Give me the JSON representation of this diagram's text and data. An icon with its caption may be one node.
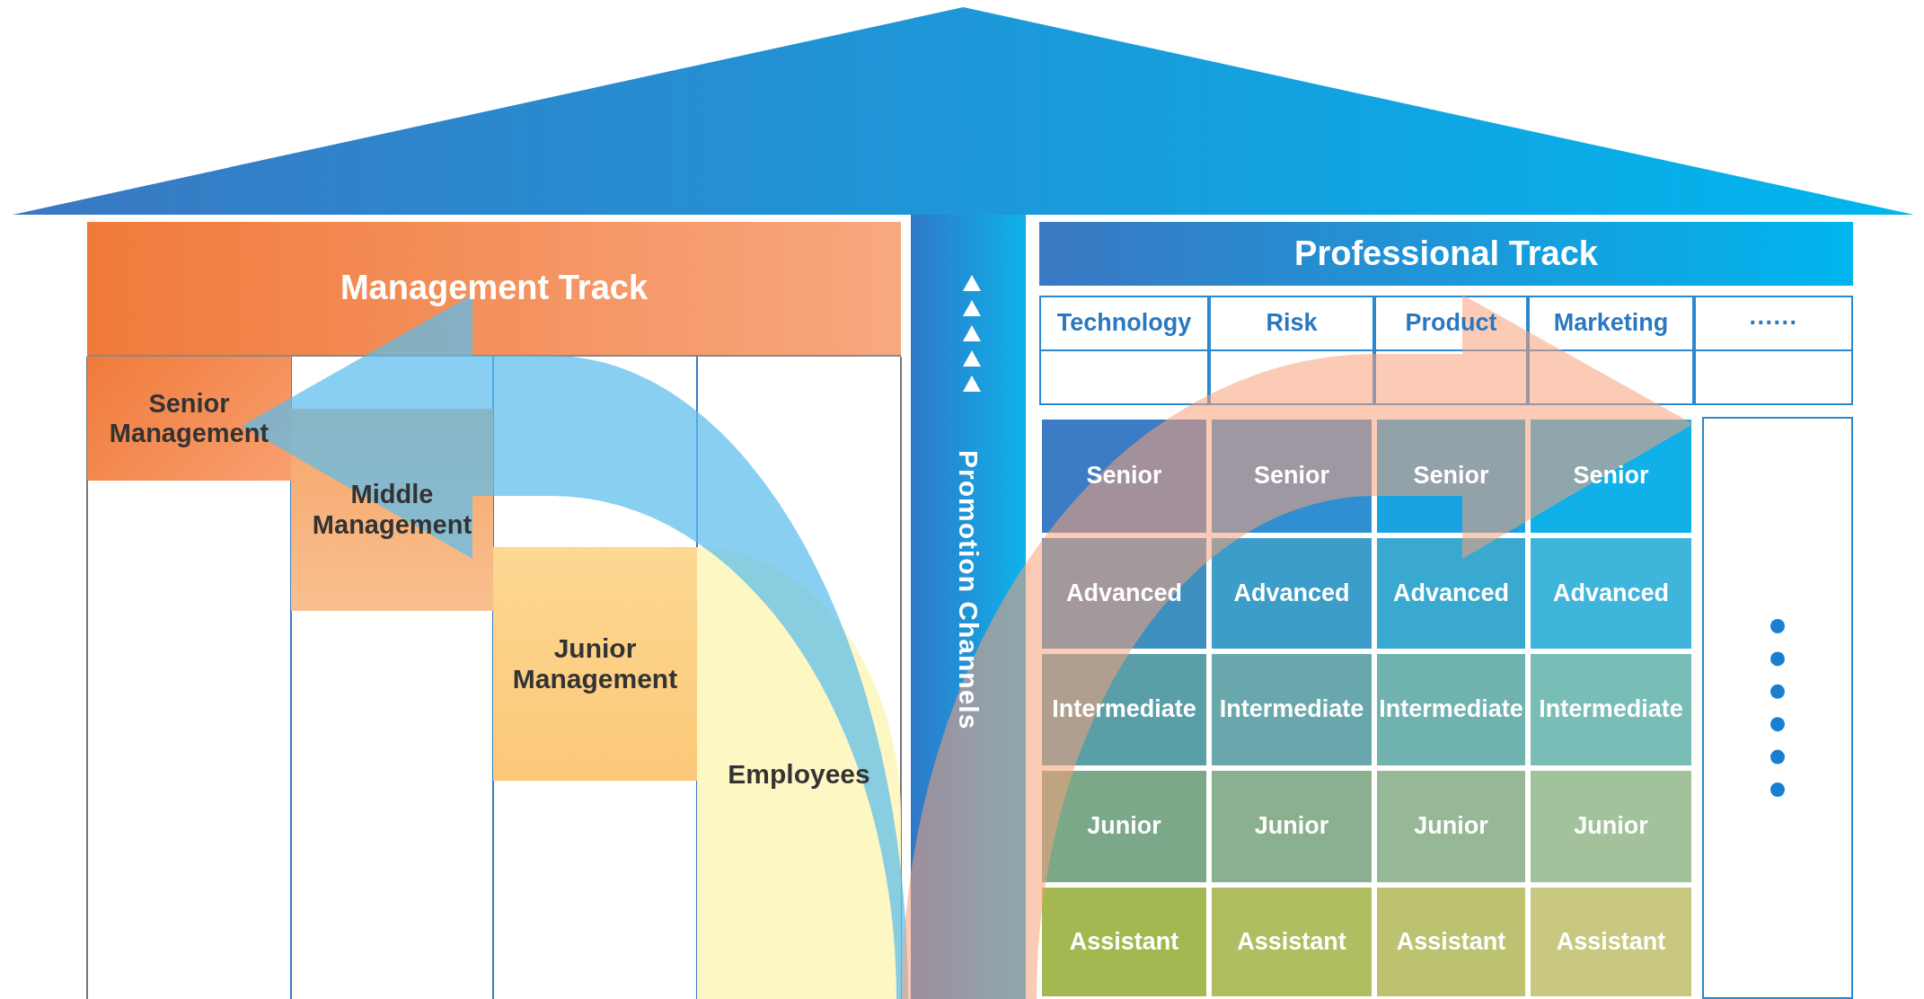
{
  "diagram": {
    "nodes": [
      {
        "text": [
          "Management Track"
        ]
      },
      {
        "text": [
          "Senior Management"
        ]
      },
      {
        "text": [
          "Middle Management"
        ]
      },
      {
        "text": [
          "Junior Management"
        ]
      },
      {
        "text": [
          "Employees"
        ]
      },
      {
        "text": [
          "Promotion Channels"
        ]
      },
      {
        "text": [
          "Professional Track"
        ]
      },
      {
        "text": [
          "Technology"
        ]
      },
      {
        "text": [
          "Risk"
        ]
      },
      {
        "text": [
          "Product"
        ]
      },
      {
        "text": [
          "Marketing"
        ]
      },
      {
        "text": [
          "······"
        ]
      },
      {
        "text": [],
        "shape": "box"
      },
      {
        "text": [],
        "shape": "box"
      },
      {
        "text": [],
        "shape": "box"
      },
      {
        "text": [],
        "shape": "box"
      },
      {
        "text": [],
        "shape": "box"
      },
      {
        "text": [
          "Senior"
        ]
      },
      {
        "text": [
          "Senior"
        ]
      },
      {
        "text": [
          "Senior"
        ]
      },
      {
        "text": [
          "Senior"
        ]
      },
      {
        "text": [
          "Advanced"
        ]
      },
      {
        "text": [
          "Advanced"
        ]
      },
      {
        "text": [
          "Advanced"
        ]
      },
      {
        "text": [
          "Advanced"
        ]
      },
      {
        "text": [
          "Intermediate"
        ]
      },
      {
        "text": [
          "Intermediate"
        ]
      },
      {
        "text": [
          "Intermediate"
        ]
      },
      {
        "text": [
          "Intermediate"
        ]
      },
      {
        "text": [
          "Junior"
        ]
      },
      {
        "text": [
          "Junior"
        ]
      },
      {
        "text": [
          "Junior"
        ]
      },
      {
        "text": [
          "Junior"
        ]
      },
      {
        "text": [
          "Assistant"
        ]
      },
      {
        "text": [
          "Assistant"
        ]
      },
      {
        "text": [
          "Assistant"
        ]
      },
      {
        "text": [
          "Assistant"
        ]
      },
      {
        "text": [],
        "shape": "box"
      },
      {
        "text": [],
        "shape": "triangle"
      }
    ]
  }
}
